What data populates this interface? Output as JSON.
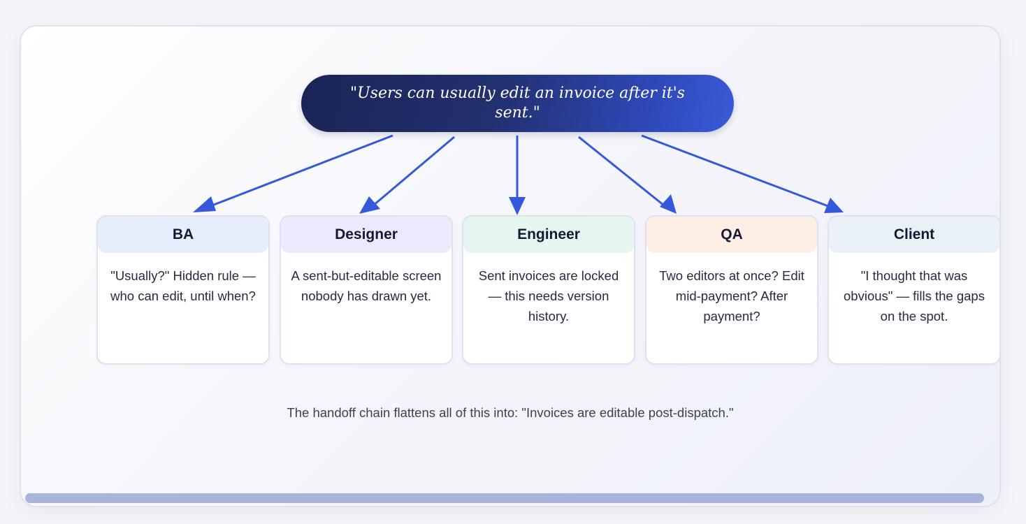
{
  "root": {
    "text": "\"Users can usually edit an invoice after it's sent.\""
  },
  "roles": [
    {
      "title": "BA",
      "body": "\"Usually?\" Hidden rule — who can edit, until when?",
      "header_color": "#e6eefc"
    },
    {
      "title": "Designer",
      "body": "A sent-but-editable screen nobody has drawn yet.",
      "header_color": "#ede9fc"
    },
    {
      "title": "Engineer",
      "body": "Sent invoices are locked — this needs version history.",
      "header_color": "#e5f5f0"
    },
    {
      "title": "QA",
      "body": "Two editors at once? Edit mid-payment? After payment?",
      "header_color": "#fdeee6"
    },
    {
      "title": "Client",
      "body": "\"I thought that was obvious\" — fills the gaps on the spot.",
      "header_color": "#e9f0f6"
    }
  ],
  "caption": "The handoff chain flattens all of this into: \"Invoices are editable post-dispatch.\"",
  "colors": {
    "arrow": "#3558dd",
    "pill_dark": "#1b2456",
    "pill_light": "#3a5ad8",
    "scrollbar": "#a8b4dc"
  }
}
